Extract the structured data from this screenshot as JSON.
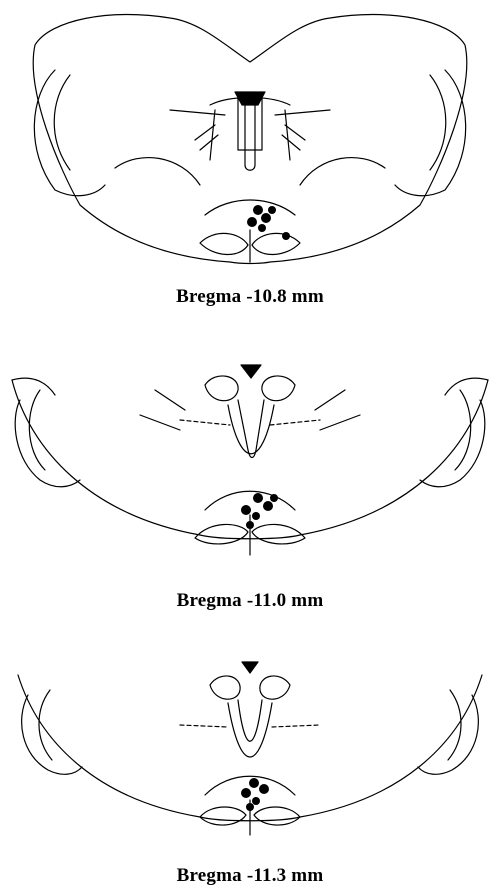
{
  "sections": [
    {
      "caption": "Bregma -10.8 mm"
    },
    {
      "caption": "Bregma -11.0 mm"
    },
    {
      "caption": "Bregma -11.3 mm"
    }
  ],
  "colors": {
    "line": "#000000",
    "background": "#ffffff"
  }
}
